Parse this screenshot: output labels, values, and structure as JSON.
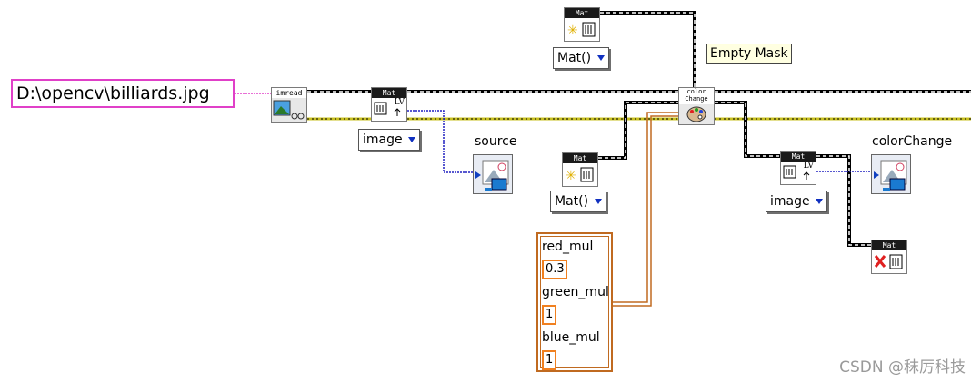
{
  "path_constant": "D:\\opencv\\billiards.jpg",
  "nodes": {
    "imread": "imread",
    "mat": "Mat",
    "lv": "LV",
    "color_change": "color\nChange"
  },
  "rings": {
    "image_left": "image",
    "image_right": "image",
    "mat_top": "Mat()",
    "mat_mid": "Mat()"
  },
  "labels": {
    "source": "source",
    "color_change_display": "colorChange",
    "empty_mask_tip": "Empty Mask"
  },
  "cluster": {
    "red_label": "red_mul",
    "red_value": "0.3",
    "green_label": "green_mul",
    "green_value": "1",
    "blue_label": "blue_mul",
    "blue_value": "1"
  },
  "watermark": "CSDN @秣厉科技",
  "colors": {
    "path_wire": "#e040c8",
    "image_wire": "#2020c0",
    "cluster_wire": "#c06a20",
    "mat_wire": "#000000",
    "error_wire": "#c8c020"
  },
  "icons": {
    "new_mat": "sun-icon",
    "destroy_mat": "x-icon",
    "image_display": "image-display-icon",
    "color_change": "palette-icon",
    "image_file": "image-file-icon"
  }
}
